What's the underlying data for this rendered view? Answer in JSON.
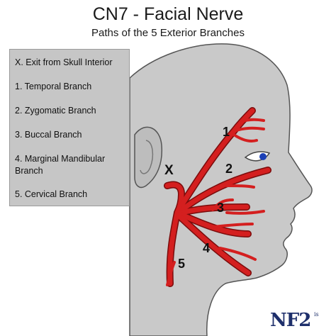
{
  "title": "CN7 - Facial Nerve",
  "subtitle": "Paths of the 5 Exterior Branches",
  "legend": [
    "X. Exit from Skull Interior",
    "1. Temporal Branch",
    "2. Zygomatic Branch",
    "3. Buccal Branch",
    "4. Marginal Mandibular Branch",
    "5. Cervical Branch"
  ],
  "markers": {
    "exit": "X",
    "temporal": "1",
    "zygomatic": "2",
    "buccal": "3",
    "marginal_mandibular": "4",
    "cervical": "5"
  },
  "logo": {
    "main": "NF2",
    "sub": "is"
  },
  "colors": {
    "nerve": "#d41f1f",
    "nerve_outline": "#7a0c0c",
    "skin": "#c9c9c9",
    "legend_bg": "#c6c6c6",
    "logo": "#1e2f6b",
    "iris": "#1a3fb5"
  }
}
